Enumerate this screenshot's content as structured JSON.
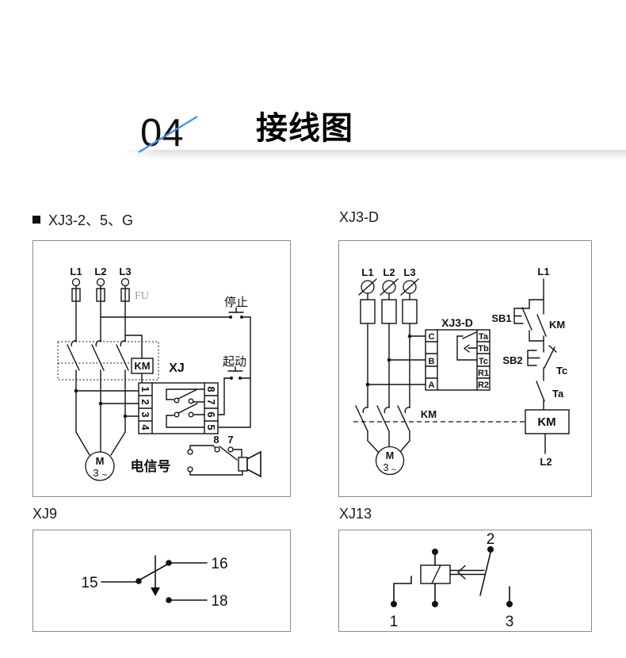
{
  "header": {
    "number": "04",
    "title": "接线图"
  },
  "sections": {
    "s1": "XJ3-2、5、G",
    "s2": "XJ3-D",
    "s3": "XJ9",
    "s4": "XJ13"
  },
  "d1": {
    "l1": "L1",
    "l2": "L2",
    "l3": "L3",
    "fu": "FU",
    "stop": "停止",
    "start": "起动",
    "km": "KM",
    "xj": "XJ",
    "t1": "1",
    "t2": "2",
    "t3": "3",
    "t4": "4",
    "t8": "8",
    "t7": "7",
    "t6": "6",
    "t5": "5",
    "sig8": "8",
    "sig7": "7",
    "signal": "电信号",
    "m": "M",
    "ph3": "3",
    "tilde": "~"
  },
  "d2": {
    "l1": "L1",
    "l2": "L2",
    "l3": "L3",
    "box": "XJ3-D",
    "c": "C",
    "b": "B",
    "a": "A",
    "ta": "Ta",
    "tb": "Tb",
    "tc": "Tc",
    "r1": "R1",
    "r2": "R2",
    "km_main": "KM",
    "m": "M",
    "ph3": "3",
    "tilde": "~",
    "ctl_l1": "L1",
    "sb1": "SB1",
    "km_aux": "KM",
    "sb2": "SB2",
    "tc_ct": "Tc",
    "ta_ct": "Ta",
    "km_coil": "KM",
    "ctl_l2": "L2"
  },
  "d3": {
    "c15": "15",
    "c16": "16",
    "c18": "18"
  },
  "d4": {
    "c2": "2",
    "c1": "1",
    "c3": "3"
  },
  "colors": {
    "accent": "#4a90f2",
    "line": "#111111",
    "frame": "#8a8a8a",
    "muted": "#9b9b9b"
  }
}
